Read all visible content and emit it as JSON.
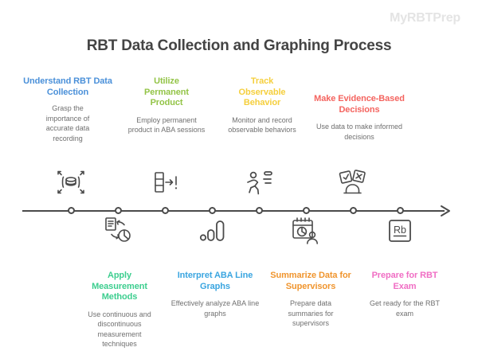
{
  "watermark": "MyRBTPrep",
  "title": "RBT Data Collection and Graphing Process",
  "colors": {
    "blue": "#4a90d9",
    "yellow_green": "#93c447",
    "yellow": "#f5cf3d",
    "coral": "#f4645f",
    "green": "#3dce8f",
    "light_blue": "#3aa5e0",
    "orange": "#f0952e",
    "pink": "#f06ec4",
    "line": "#4b4b4b",
    "title_text": "#444444",
    "body_text": "#6f6f6f",
    "watermark": "#e4e4e4"
  },
  "steps": [
    {
      "index": 1,
      "position": "top",
      "heading": "Understand RBT Data Collection",
      "description": "Grasp the importance of accurate data recording",
      "color": "#4a90d9",
      "icon": "database-expand-icon"
    },
    {
      "index": 2,
      "position": "bottom",
      "heading": "Apply Measurement Methods",
      "description": "Use continuous and discontinuous measurement techniques",
      "color": "#3dce8f",
      "icon": "document-pie-chart-icon"
    },
    {
      "index": 3,
      "position": "top",
      "heading": "Utilize Permanent Product",
      "description": "Employ permanent product in ABA sessions",
      "color": "#93c447",
      "icon": "checklist-arrow-alert-icon"
    },
    {
      "index": 4,
      "position": "bottom",
      "heading": "Interpret ABA Line Graphs",
      "description": "Effectively analyze ABA line graphs",
      "color": "#3aa5e0",
      "icon": "bar-chart-icon"
    },
    {
      "index": 5,
      "position": "top",
      "heading": "Track Observable Behavior",
      "description": "Monitor and record observable behaviors",
      "color": "#f5cf3d",
      "icon": "running-person-icon"
    },
    {
      "index": 6,
      "position": "bottom",
      "heading": "Summarize Data for Supervisors",
      "description": "Prepare data summaries for supervisors",
      "color": "#f0952e",
      "icon": "calendar-chart-person-icon"
    },
    {
      "index": 7,
      "position": "top",
      "heading": "Make Evidence-Based Decisions",
      "description": "Use data to make informed decisions",
      "color": "#f4645f",
      "icon": "decision-cards-icon"
    },
    {
      "index": 8,
      "position": "bottom",
      "heading": "Prepare for RBT Exam",
      "description": "Get ready for the RBT exam",
      "color": "#f06ec4",
      "icon": "rb-badge-icon"
    }
  ],
  "rb_badge_label": "Rb"
}
